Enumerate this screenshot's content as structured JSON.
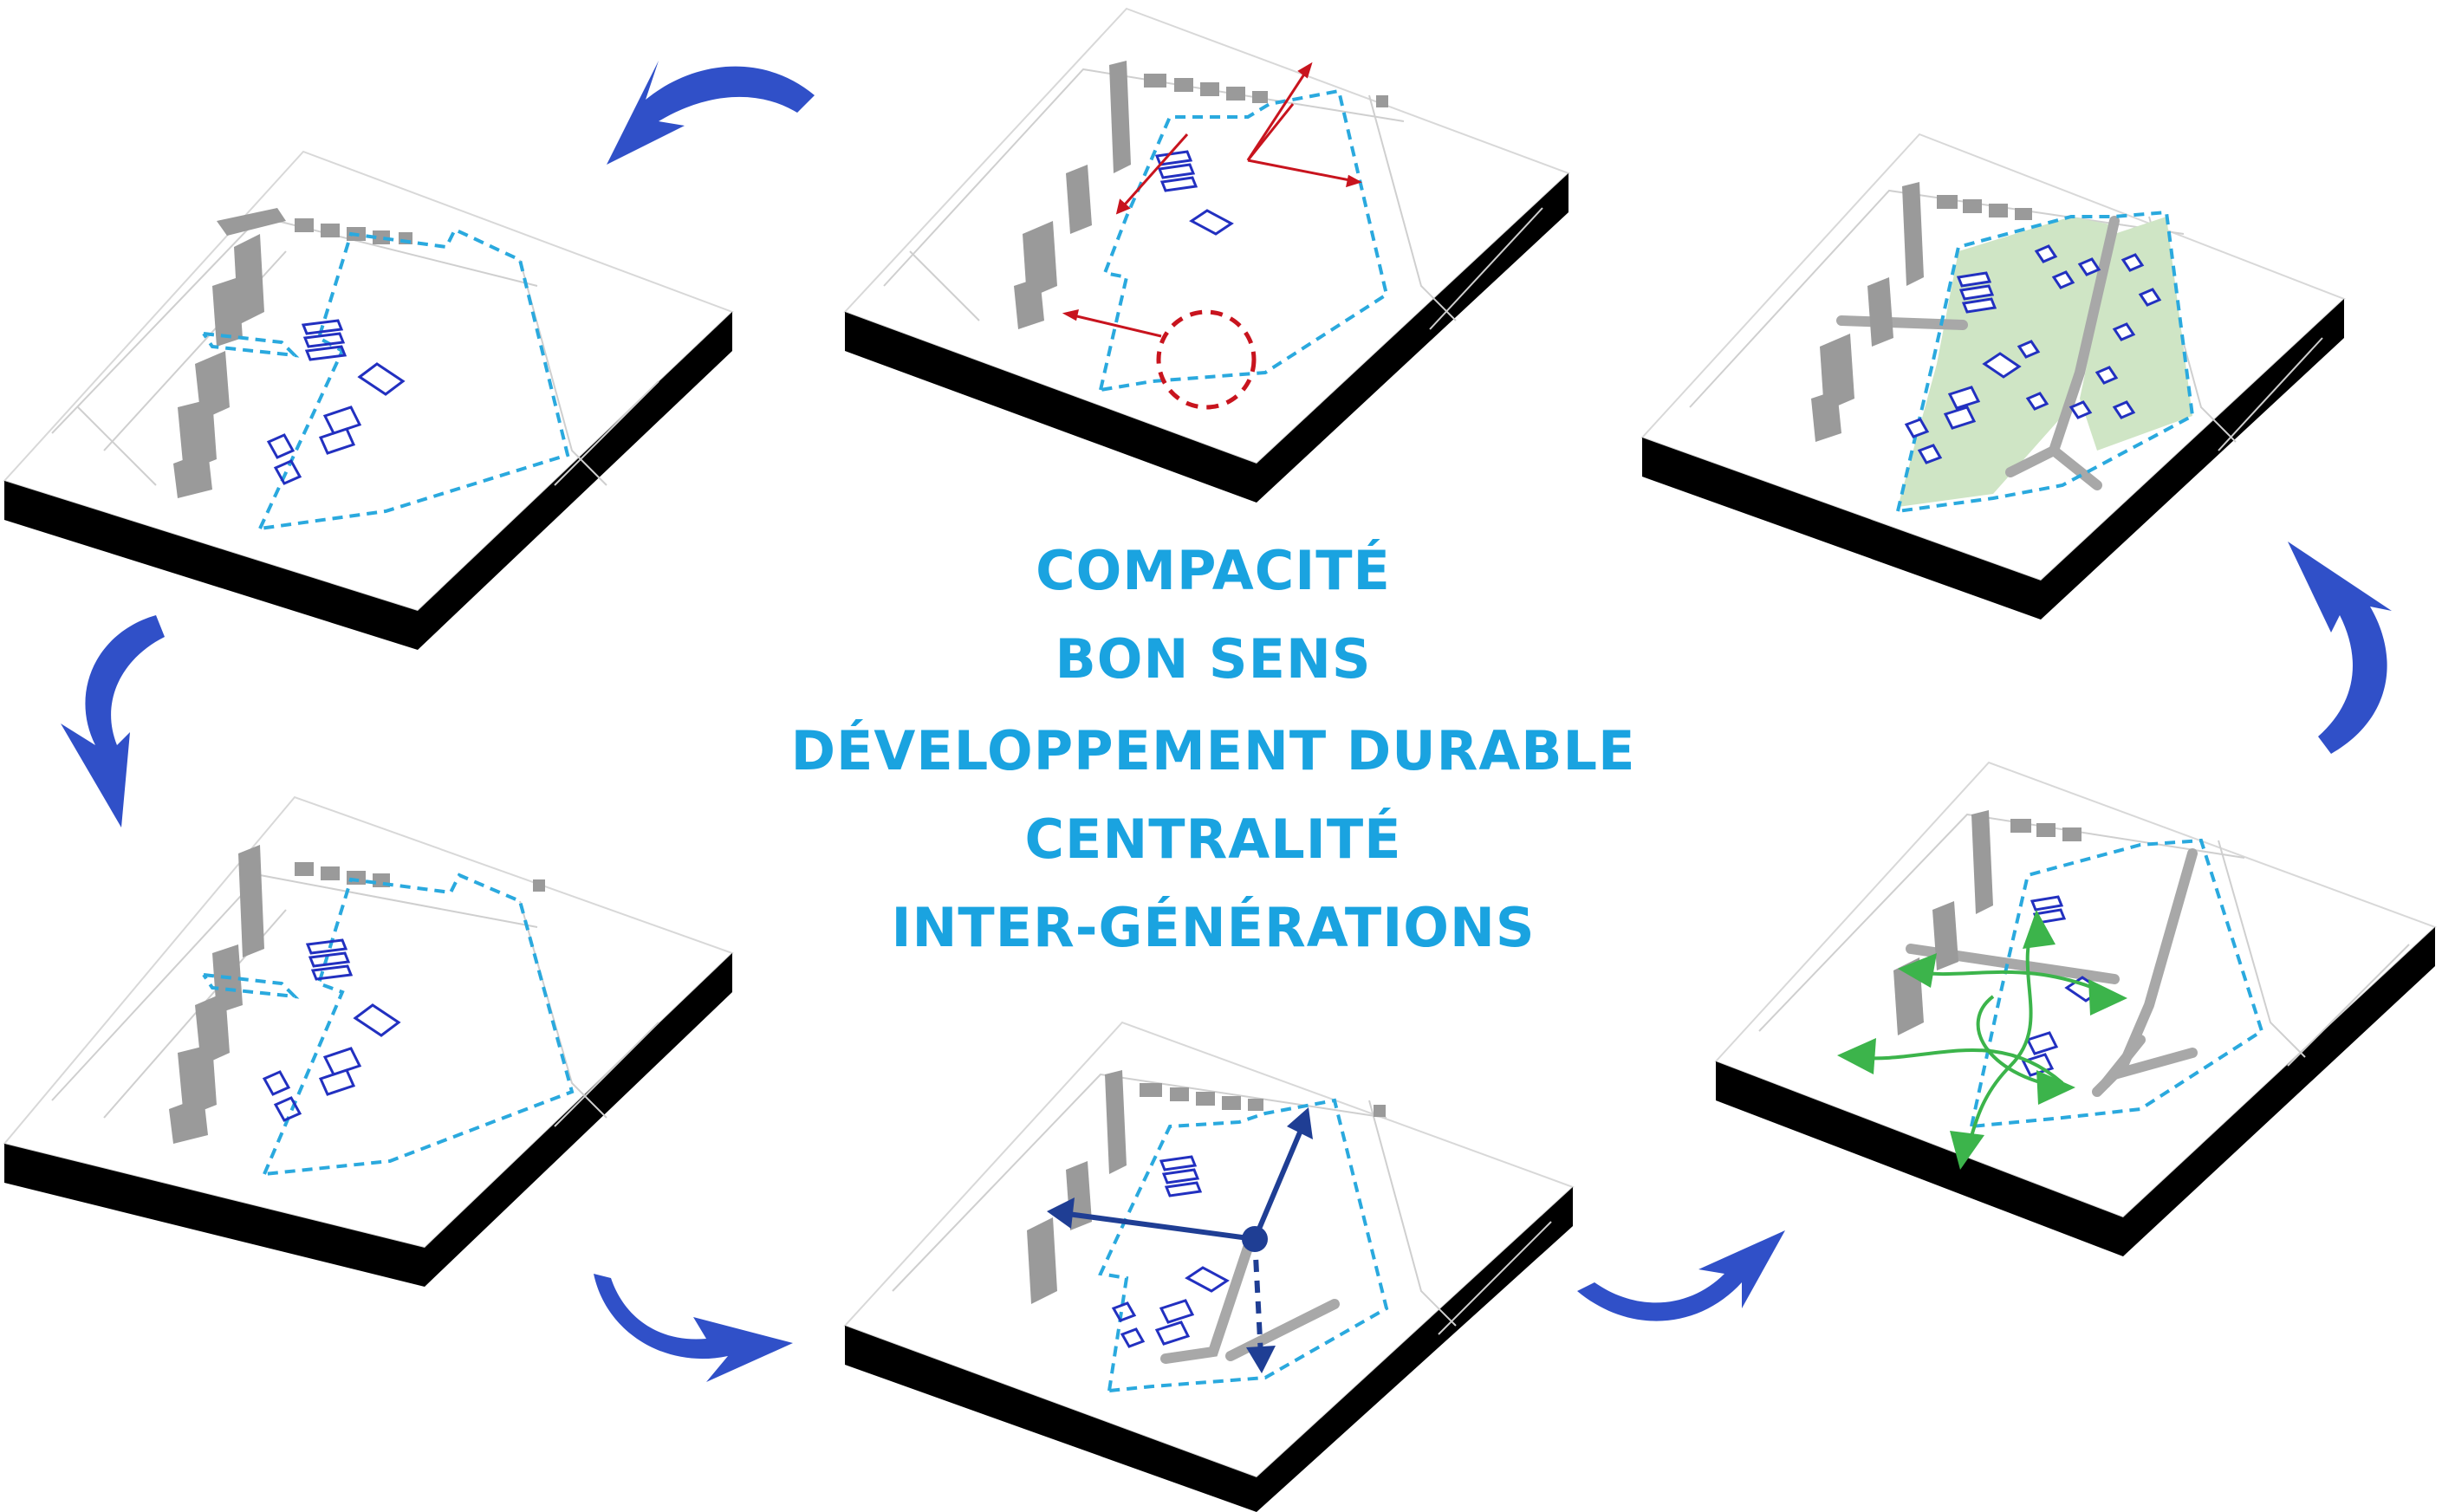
{
  "keywords": [
    "COMPACITÉ",
    "BON SENS",
    "DÉVELOPPEMENT DURABLE",
    "CENTRALITÉ",
    "INTER-GÉNÉRATIONS"
  ],
  "colors": {
    "keyword_text": "#1aa3e0",
    "cycle_arrow": "#3050c8",
    "site_boundary": "#2aa9de",
    "existing_buildings": "#9a9a9a",
    "new_buildings": "#2230c0",
    "constraint_arrows": "#c8141e",
    "access_arrows": "#1f3e94",
    "connection_arrows": "#3cb44b",
    "green_space": "#cfe5c5",
    "roads": "#a8a8a8",
    "slab_side": "#000000",
    "slab_top": "#ffffff"
  },
  "panels": [
    {
      "id": "existing-site",
      "overlay": "none"
    },
    {
      "id": "site-constraints",
      "overlay": "red-arrows-and-circle"
    },
    {
      "id": "final-masterplan",
      "overlay": "green-spaces-roads-houses"
    },
    {
      "id": "green-connections",
      "overlay": "green-arrows-and-roads"
    },
    {
      "id": "access-axes",
      "overlay": "navy-arrows-and-road"
    },
    {
      "id": "existing-site-repeat",
      "overlay": "none"
    }
  ],
  "cycle_arrow_icon": "curved-arrow-icon"
}
